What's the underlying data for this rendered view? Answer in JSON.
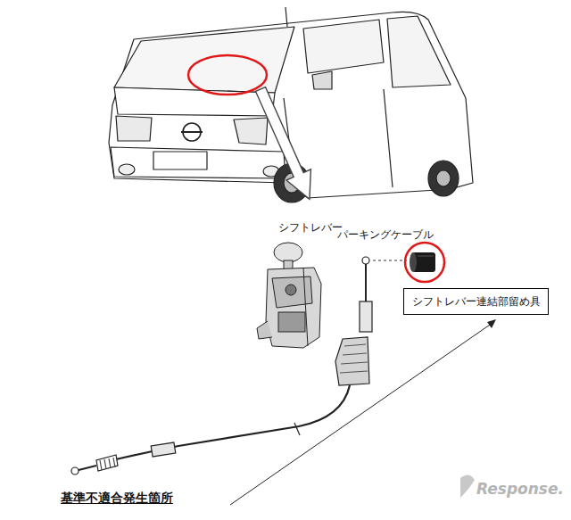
{
  "diagram": {
    "nodes": [
      {
        "text": [
          "シフトレバー連結部留め具"
        ]
      }
    ],
    "labels": [
      "シフトレバー",
      "パーキングケーブル",
      "基準不適合発生箇所",
      "Response."
    ]
  }
}
